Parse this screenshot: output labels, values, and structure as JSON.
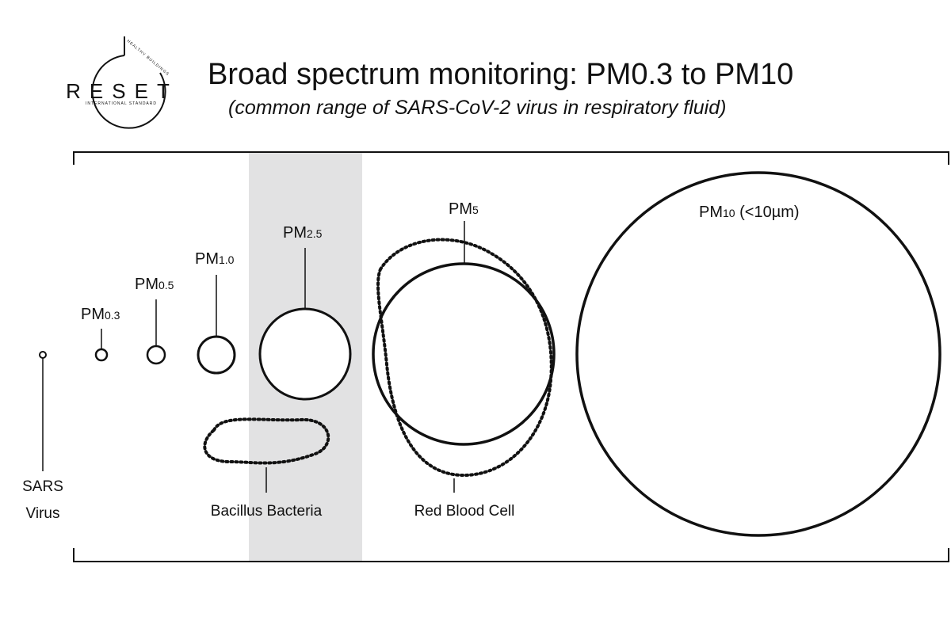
{
  "header": {
    "title": "Broad spectrum monitoring: PM0.3 to PM10",
    "subtitle": "(common range of SARS-CoV-2 virus in respiratory fluid)"
  },
  "logo": {
    "text": "RESET",
    "top_text": "HEALTHY BUILDINGS",
    "bottom_text": "INTERNATIONAL STANDARD"
  },
  "particles": [
    {
      "id": "sars",
      "label": "SARS",
      "label2": "Virus"
    },
    {
      "id": "pm03",
      "label_main": "PM",
      "label_sub": "0.3"
    },
    {
      "id": "pm05",
      "label_main": "PM",
      "label_sub": "0.5"
    },
    {
      "id": "pm10",
      "label_main": "PM",
      "label_sub": "1.0"
    },
    {
      "id": "pm25",
      "label_main": "PM",
      "label_sub": "2.5"
    },
    {
      "id": "pm5",
      "label_main": "PM",
      "label_sub": "5"
    },
    {
      "id": "pm10um",
      "label_main": "PM",
      "label_sub": "10",
      "label_suffix": " (<10µm)"
    }
  ],
  "references": {
    "bacteria": "Bacillus Bacteria",
    "blood_cell": "Red Blood Cell"
  },
  "colors": {
    "highlight_band": "#e2e2e3",
    "stroke": "#111111"
  }
}
